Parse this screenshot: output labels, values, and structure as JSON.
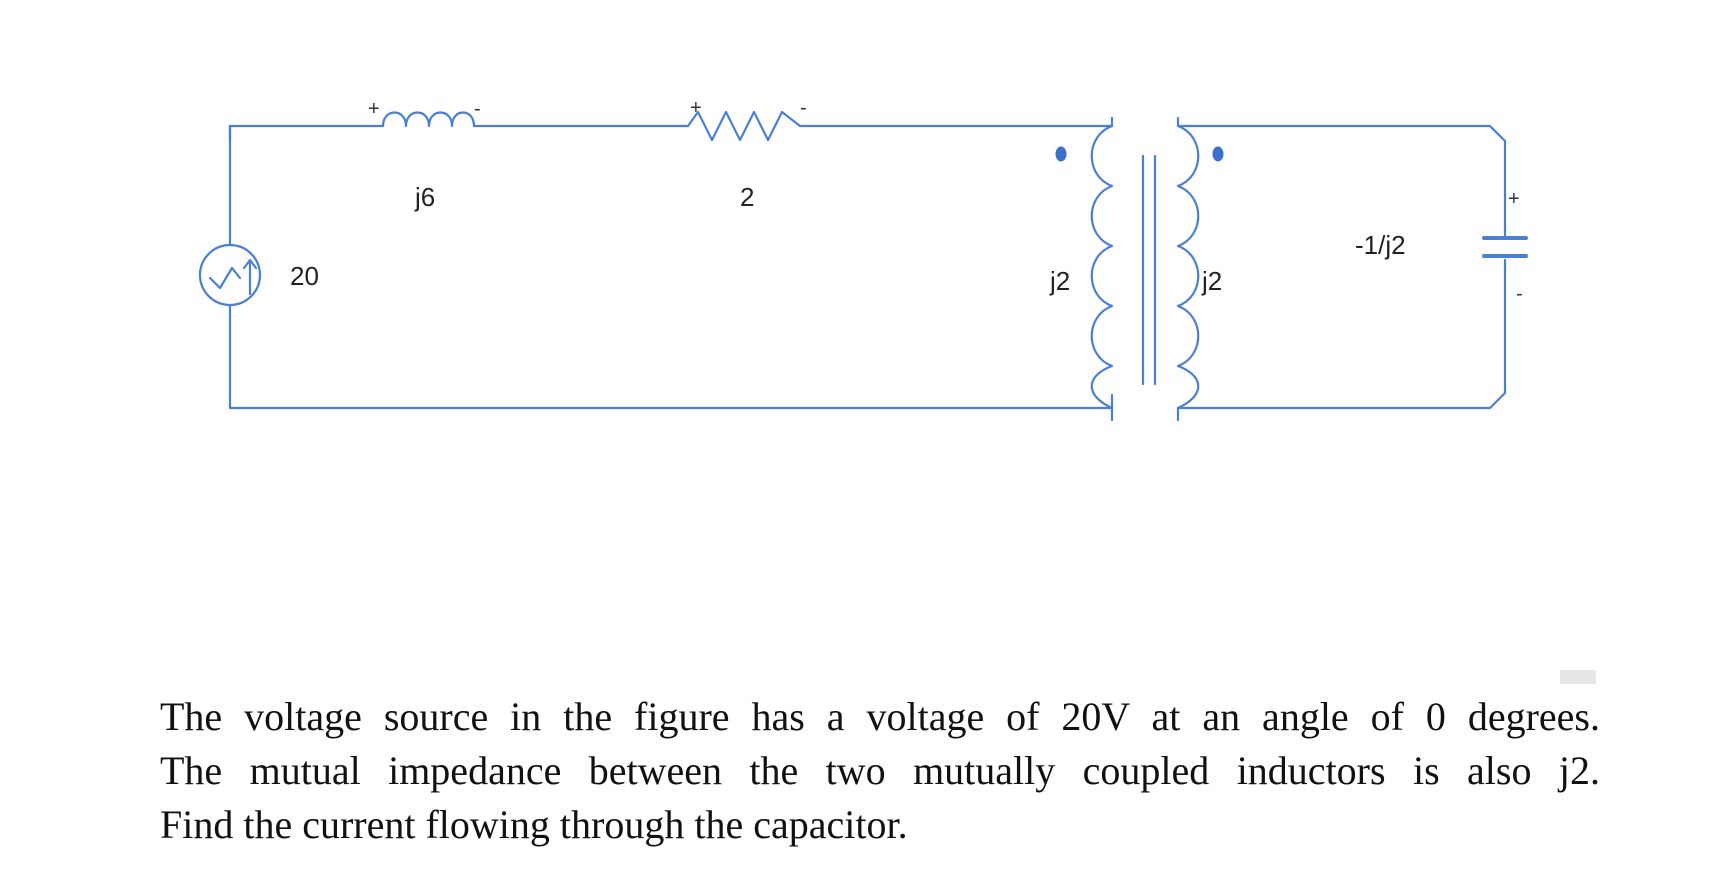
{
  "circuit": {
    "source": {
      "label": "20"
    },
    "inductor": {
      "label": "j6",
      "plus": "+",
      "minus": "-"
    },
    "resistor": {
      "label": "2",
      "plus": "+",
      "minus": "-"
    },
    "primary_coil": {
      "label": "j2"
    },
    "secondary_coil": {
      "label": "j2"
    },
    "capacitor": {
      "label": "-1/j2",
      "plus": "+",
      "minus": "-"
    }
  },
  "problem": {
    "line1": "The voltage source in the figure has a voltage of 20V at an angle of 0 degrees.",
    "line2": "The mutual impedance between the two mutually coupled inductors is also j2.",
    "line3": "Find the current flowing through the capacitor."
  }
}
